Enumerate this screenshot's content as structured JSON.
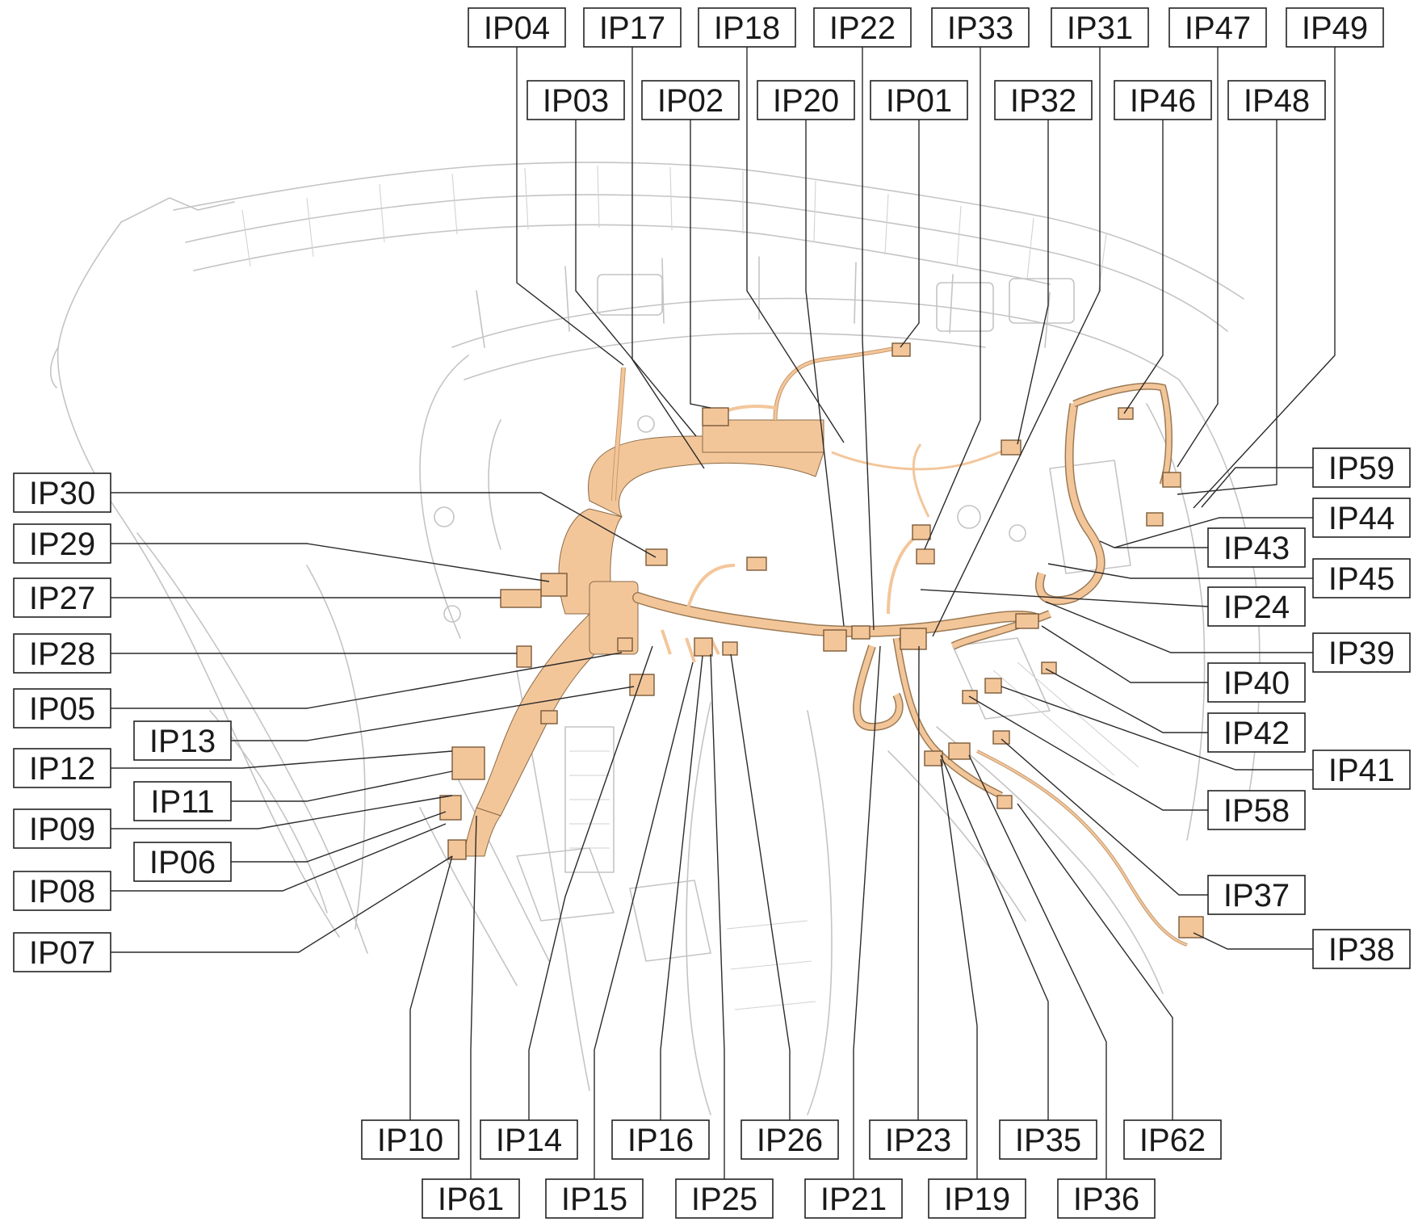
{
  "colors": {
    "harness": "#f3c69a",
    "harness_outline": "#8a6a45",
    "body_lines": "#c4c4c4",
    "label_border": "#222222",
    "label_text": "#1a1a1a",
    "background": "#ffffff"
  },
  "connectors": {
    "IP01": "IP01",
    "IP02": "IP02",
    "IP03": "IP03",
    "IP04": "IP04",
    "IP05": "IP05",
    "IP06": "IP06",
    "IP07": "IP07",
    "IP08": "IP08",
    "IP09": "IP09",
    "IP10": "IP10",
    "IP11": "IP11",
    "IP12": "IP12",
    "IP13": "IP13",
    "IP14": "IP14",
    "IP15": "IP15",
    "IP16": "IP16",
    "IP17": "IP17",
    "IP18": "IP18",
    "IP19": "IP19",
    "IP20": "IP20",
    "IP21": "IP21",
    "IP22": "IP22",
    "IP23": "IP23",
    "IP24": "IP24",
    "IP25": "IP25",
    "IP26": "IP26",
    "IP27": "IP27",
    "IP28": "IP28",
    "IP29": "IP29",
    "IP30": "IP30",
    "IP31": "IP31",
    "IP32": "IP32",
    "IP33": "IP33",
    "IP35": "IP35",
    "IP36": "IP36",
    "IP37": "IP37",
    "IP38": "IP38",
    "IP39": "IP39",
    "IP40": "IP40",
    "IP41": "IP41",
    "IP42": "IP42",
    "IP43": "IP43",
    "IP44": "IP44",
    "IP45": "IP45",
    "IP46": "IP46",
    "IP47": "IP47",
    "IP48": "IP48",
    "IP49": "IP49",
    "IP58": "IP58",
    "IP59": "IP59",
    "IP61": "IP61",
    "IP62": "IP62"
  }
}
